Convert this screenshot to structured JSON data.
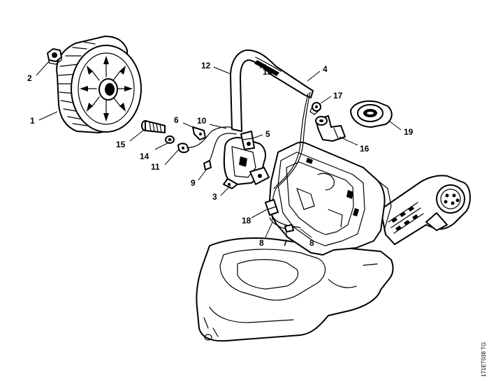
{
  "diagram": {
    "drawing_code": "171ET038 TG",
    "callouts": [
      {
        "id": "c1",
        "text": "1"
      },
      {
        "id": "c2",
        "text": "2"
      },
      {
        "id": "c3",
        "text": "3"
      },
      {
        "id": "c4",
        "text": "4"
      },
      {
        "id": "c5",
        "text": "5"
      },
      {
        "id": "c6",
        "text": "6"
      },
      {
        "id": "c7",
        "text": "7"
      },
      {
        "id": "c8a",
        "text": "8"
      },
      {
        "id": "c8b",
        "text": "8"
      },
      {
        "id": "c9",
        "text": "9"
      },
      {
        "id": "c10",
        "text": "10"
      },
      {
        "id": "c11",
        "text": "11"
      },
      {
        "id": "c12",
        "text": "12"
      },
      {
        "id": "c13",
        "text": "13"
      },
      {
        "id": "c14",
        "text": "14"
      },
      {
        "id": "c15",
        "text": "15"
      },
      {
        "id": "c16",
        "text": "16"
      },
      {
        "id": "c17",
        "text": "17"
      },
      {
        "id": "c18",
        "text": "18"
      },
      {
        "id": "c19",
        "text": "19"
      }
    ]
  }
}
